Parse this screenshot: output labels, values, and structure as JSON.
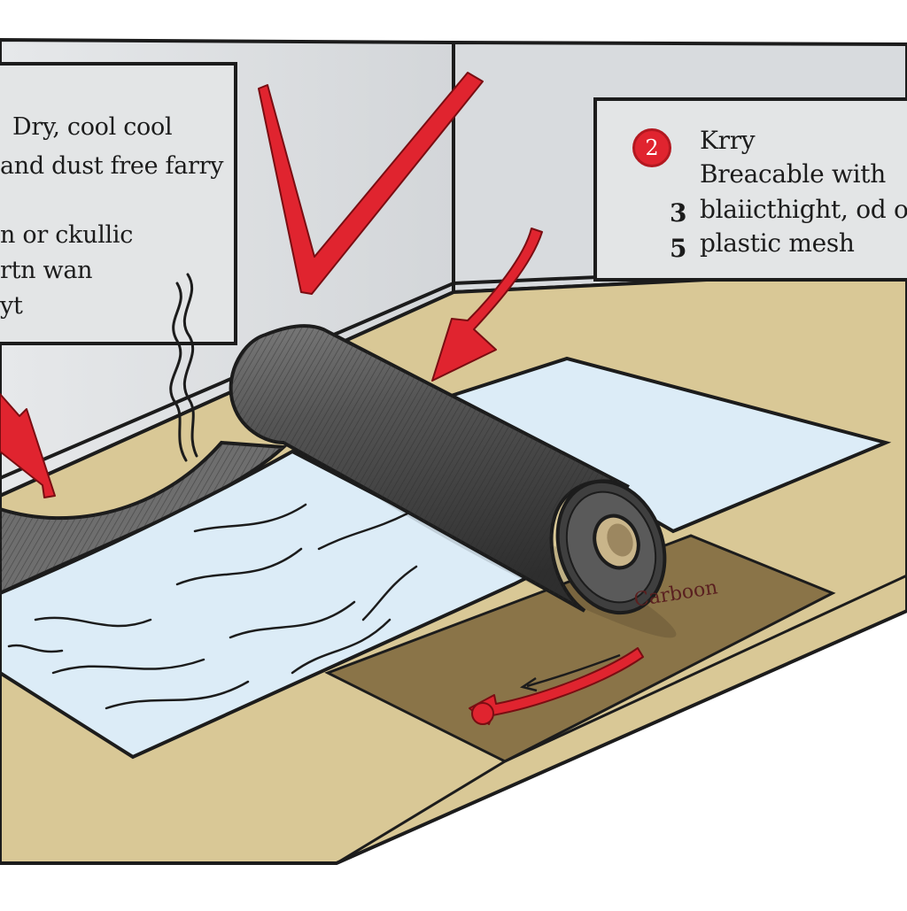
{
  "left_panel": {
    "lines": [
      "Dry, cool cool",
      "and dust  free farry",
      "n or ckullic",
      "rtn wan",
      "yt"
    ]
  },
  "right_panel": {
    "badge": "2",
    "lines": [
      {
        "num": "",
        "text": "Krry"
      },
      {
        "num": "",
        "text": "Breacable with"
      },
      {
        "num": "3",
        "text": "blaiicthight, od orl"
      },
      {
        "num": "5",
        "text": "plastic mesh"
      }
    ]
  },
  "floor_label": "Carboon",
  "colors": {
    "arrow_red": "#e0242f",
    "floor_tan": "#d9c896",
    "floor_dark": "#8a7448",
    "wall_grey": "#dcdfe2",
    "panel_grey": "#e3e5e6",
    "sheet_blue": "#dcecf7",
    "roll_dark": "#4a4a4a"
  }
}
